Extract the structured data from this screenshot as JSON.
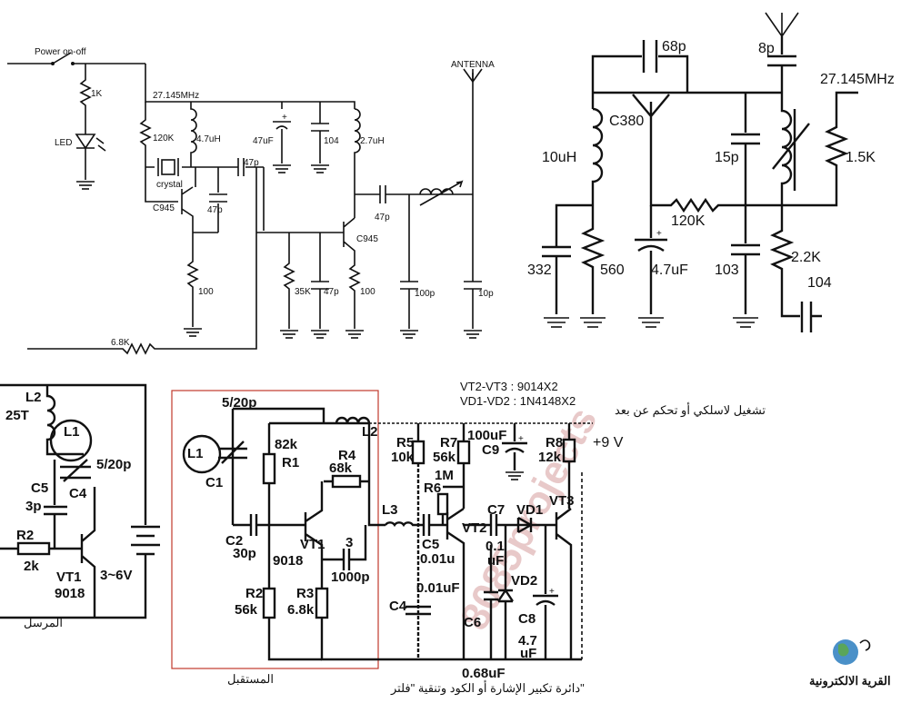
{
  "top_left": {
    "power_switch": "Power on-off",
    "r_led": "1K",
    "led": "LED",
    "freq": "27.145MHz",
    "r_bias": "120K",
    "l1": "4.7uH",
    "cap_electro": "47uF",
    "cap_104": "104",
    "l2": "2.7uH",
    "antenna": "ANTENNA",
    "crystal": "crystal",
    "c_47p_a": "47p",
    "c_47p_b": "47p",
    "q1": "C945",
    "c_47p_c": "47p",
    "q2": "C945",
    "r_100_a": "100",
    "r_35k": "35K",
    "c_47p_d": "47p",
    "r_100_b": "100",
    "c_100p": "100p",
    "c_10p": "10p",
    "r_68k": "6.8K"
  },
  "top_right": {
    "c_68p": "68p",
    "c_8p": "8p",
    "freq": "27.145MHz",
    "q": "C380",
    "l_10uh": "10uH",
    "c_15p": "15p",
    "r_15k": "1.5K",
    "r_120k": "120K",
    "c_47uf": "4.7uF",
    "c_332": "332",
    "r_560": "560",
    "c_103": "103",
    "r_22k": "2.2K",
    "c_104": "104"
  },
  "bottom_left": {
    "l2": "L2",
    "l2_turns": "25T",
    "l1": "L1",
    "c4_val": "5/20p",
    "c5": "C5",
    "c4": "C4",
    "c5_val": "3p",
    "r2": "R2",
    "r2_val": "2k",
    "vt1": "VT1",
    "vt1_type": "9018",
    "supply": "3~6V",
    "caption": "المرسل"
  },
  "bottom_mid": {
    "c1_val": "5/20p",
    "l1": "L1",
    "c1": "C1",
    "r1_val": "82k",
    "r1": "R1",
    "l2": "L2",
    "r4": "R4",
    "r4_val": "68k",
    "c2": "C2",
    "c2_val": "30p",
    "vt1": "VT1",
    "vt1_type": "9018",
    "c3": "3",
    "c3_val": "1000p",
    "r2": "R2",
    "r2_val": "56k",
    "r3": "R3",
    "r3_val": "6.8k",
    "caption": "المستقبل"
  },
  "bottom_right": {
    "spec1": "VT2-VT3 : 9014X2",
    "spec2": "VD1-VD2 : 1N4148X2",
    "arabic_title": "تشغيل لاسلكي أو تحكم عن بعد",
    "r5": "R5",
    "r5_val": "10k",
    "r7": "R7",
    "r7_val": "56k",
    "c9_val": "100uF",
    "c9": "C9",
    "r8": "R8",
    "r8_val": "12k",
    "supply": "+9 V",
    "r6_val": "1M",
    "r6": "R6",
    "l3": "L3",
    "c7": "C7",
    "vd1": "VD1",
    "vt3": "VT3",
    "c5": "C5",
    "c5_val": "0.01u",
    "vt2": "VT2",
    "c7_val": "0.1",
    "c7_unit": "uF",
    "vd2": "VD2",
    "c4": "C4",
    "c4_val": "0.01uF",
    "c6": "C6",
    "c8": "C8",
    "c8_val": "4.7",
    "c8_unit": "uF",
    "c6_val": "0.68uF",
    "caption": "دائرة تكبير الإشارة أو الكود وتنقية \"فلتر\"",
    "watermark": "8085projects"
  },
  "logo": {
    "text": "القرية الالكترونية"
  }
}
